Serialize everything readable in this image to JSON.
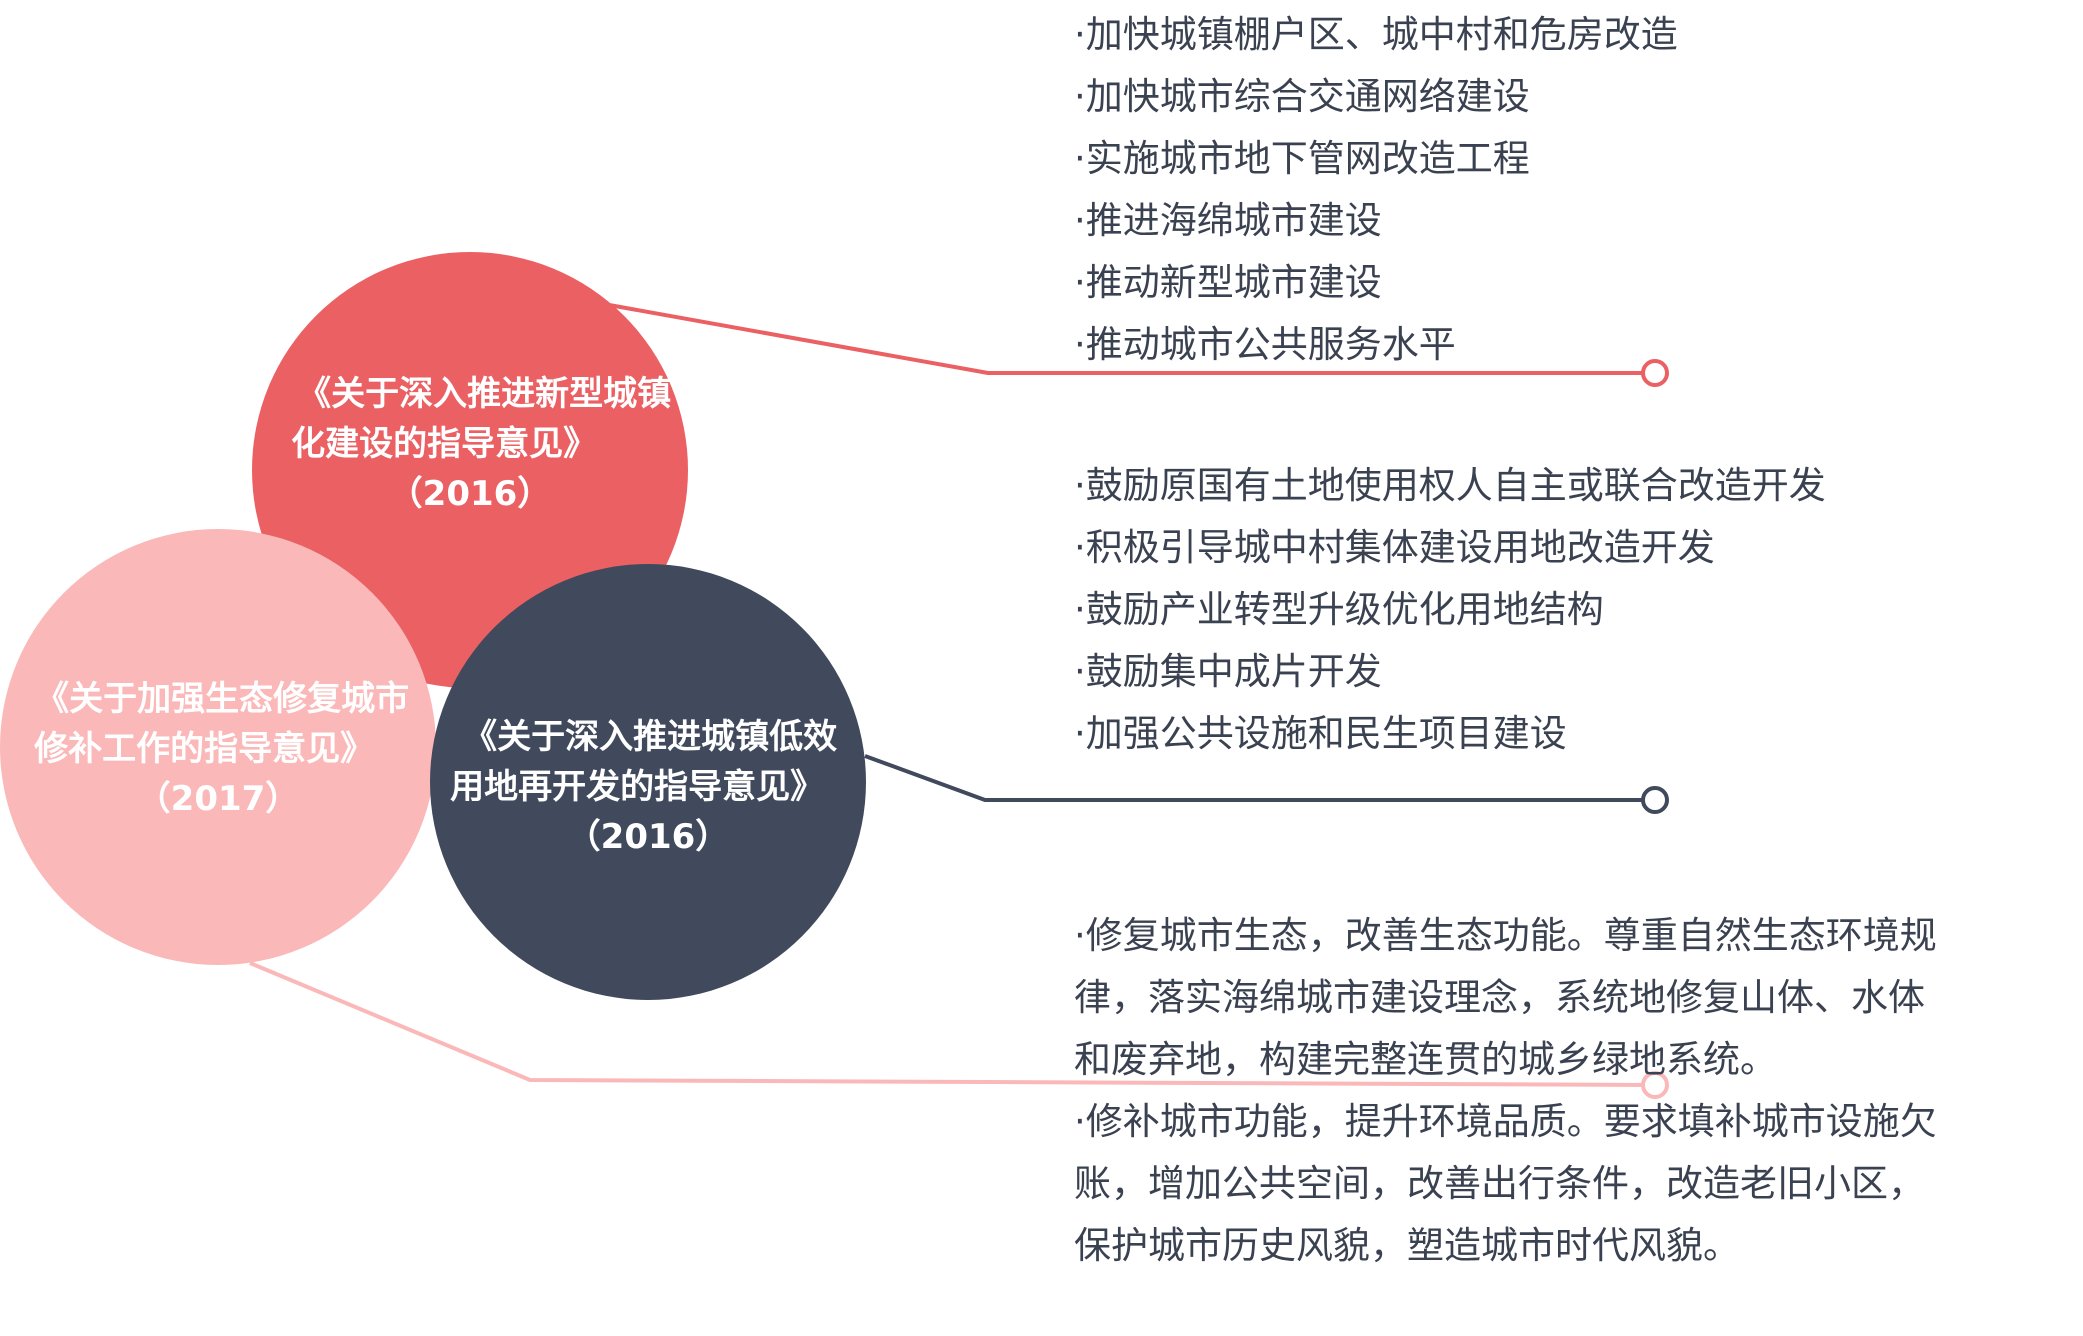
{
  "colors": {
    "red": "#ea6063",
    "pink": "#fbb8b9",
    "navy": "#414a5c",
    "text": "#3a4150",
    "white": "#ffffff"
  },
  "nodes": [
    {
      "id": "policy-2016-new-urbanization",
      "title_lines": [
        "《关于深入推进新型城镇",
        "化建设的指导意见》",
        "（2016）"
      ],
      "color": "#ea6063",
      "items": [
        "·加快城镇棚户区、城中村和危房改造",
        "·加快城市综合交通网络建设",
        "·实施城市地下管网改造工程",
        "·推进海绵城市建设",
        "·推动新型城市建设",
        "·推动城市公共服务水平"
      ]
    },
    {
      "id": "policy-2016-low-efficiency-land",
      "title_lines": [
        "《关于深入推进城镇低效",
        "用地再开发的指导意见》",
        "（2016）"
      ],
      "color": "#414a5c",
      "items": [
        "·鼓励原国有土地使用权人自主或联合改造开发",
        "·积极引导城中村集体建设用地改造开发",
        "·鼓励产业转型升级优化用地结构",
        "·鼓励集中成片开发",
        "·加强公共设施和民生项目建设"
      ]
    },
    {
      "id": "policy-2017-ecological-repair",
      "title_lines": [
        "《关于加强生态修复城市",
        "修补工作的指导意见》",
        "（2017）"
      ],
      "color": "#fbb8b9",
      "paragraphs": [
        "·修复城市生态，改善生态功能。尊重自然生态环境规律，落实海绵城市建设理念，系统地修复山体、水体和废弃地，构建完整连贯的城乡绿地系统。",
        "·修补城市功能，提升环境品质。要求填补城市设施欠账，增加公共空间，改善出行条件，改造老旧小区，保护城市历史风貌，塑造城市时代风貌。"
      ]
    }
  ]
}
